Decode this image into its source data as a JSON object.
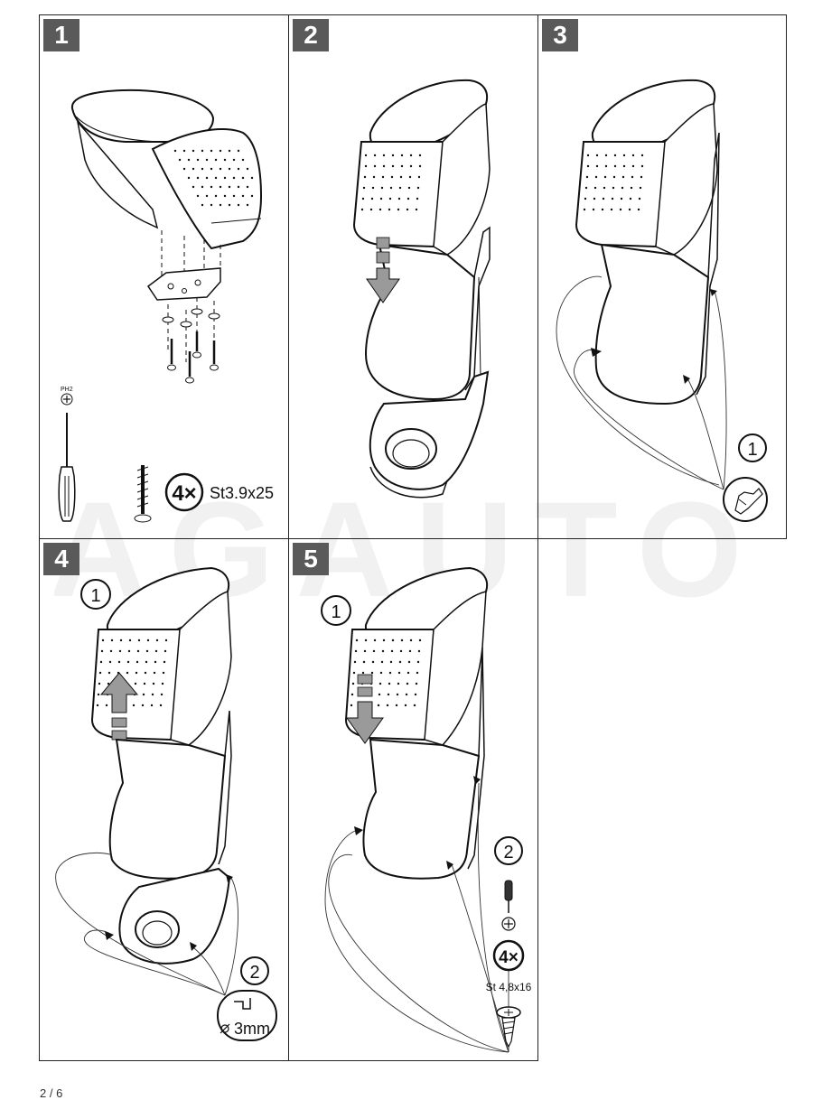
{
  "watermark": "AGAUTO",
  "steps": [
    {
      "number": "1",
      "count": "4×",
      "screw_spec": "St3.9x25",
      "driver": "PH2"
    },
    {
      "number": "2"
    },
    {
      "number": "3",
      "callout": "1"
    },
    {
      "number": "4",
      "callout_1": "1",
      "callout_2": "2",
      "drill": "3mm"
    },
    {
      "number": "5",
      "callout_1": "1",
      "callout_2": "2",
      "count": "4×",
      "screw_spec": "St 4,8x16"
    }
  ],
  "page_number": "2 / 6"
}
